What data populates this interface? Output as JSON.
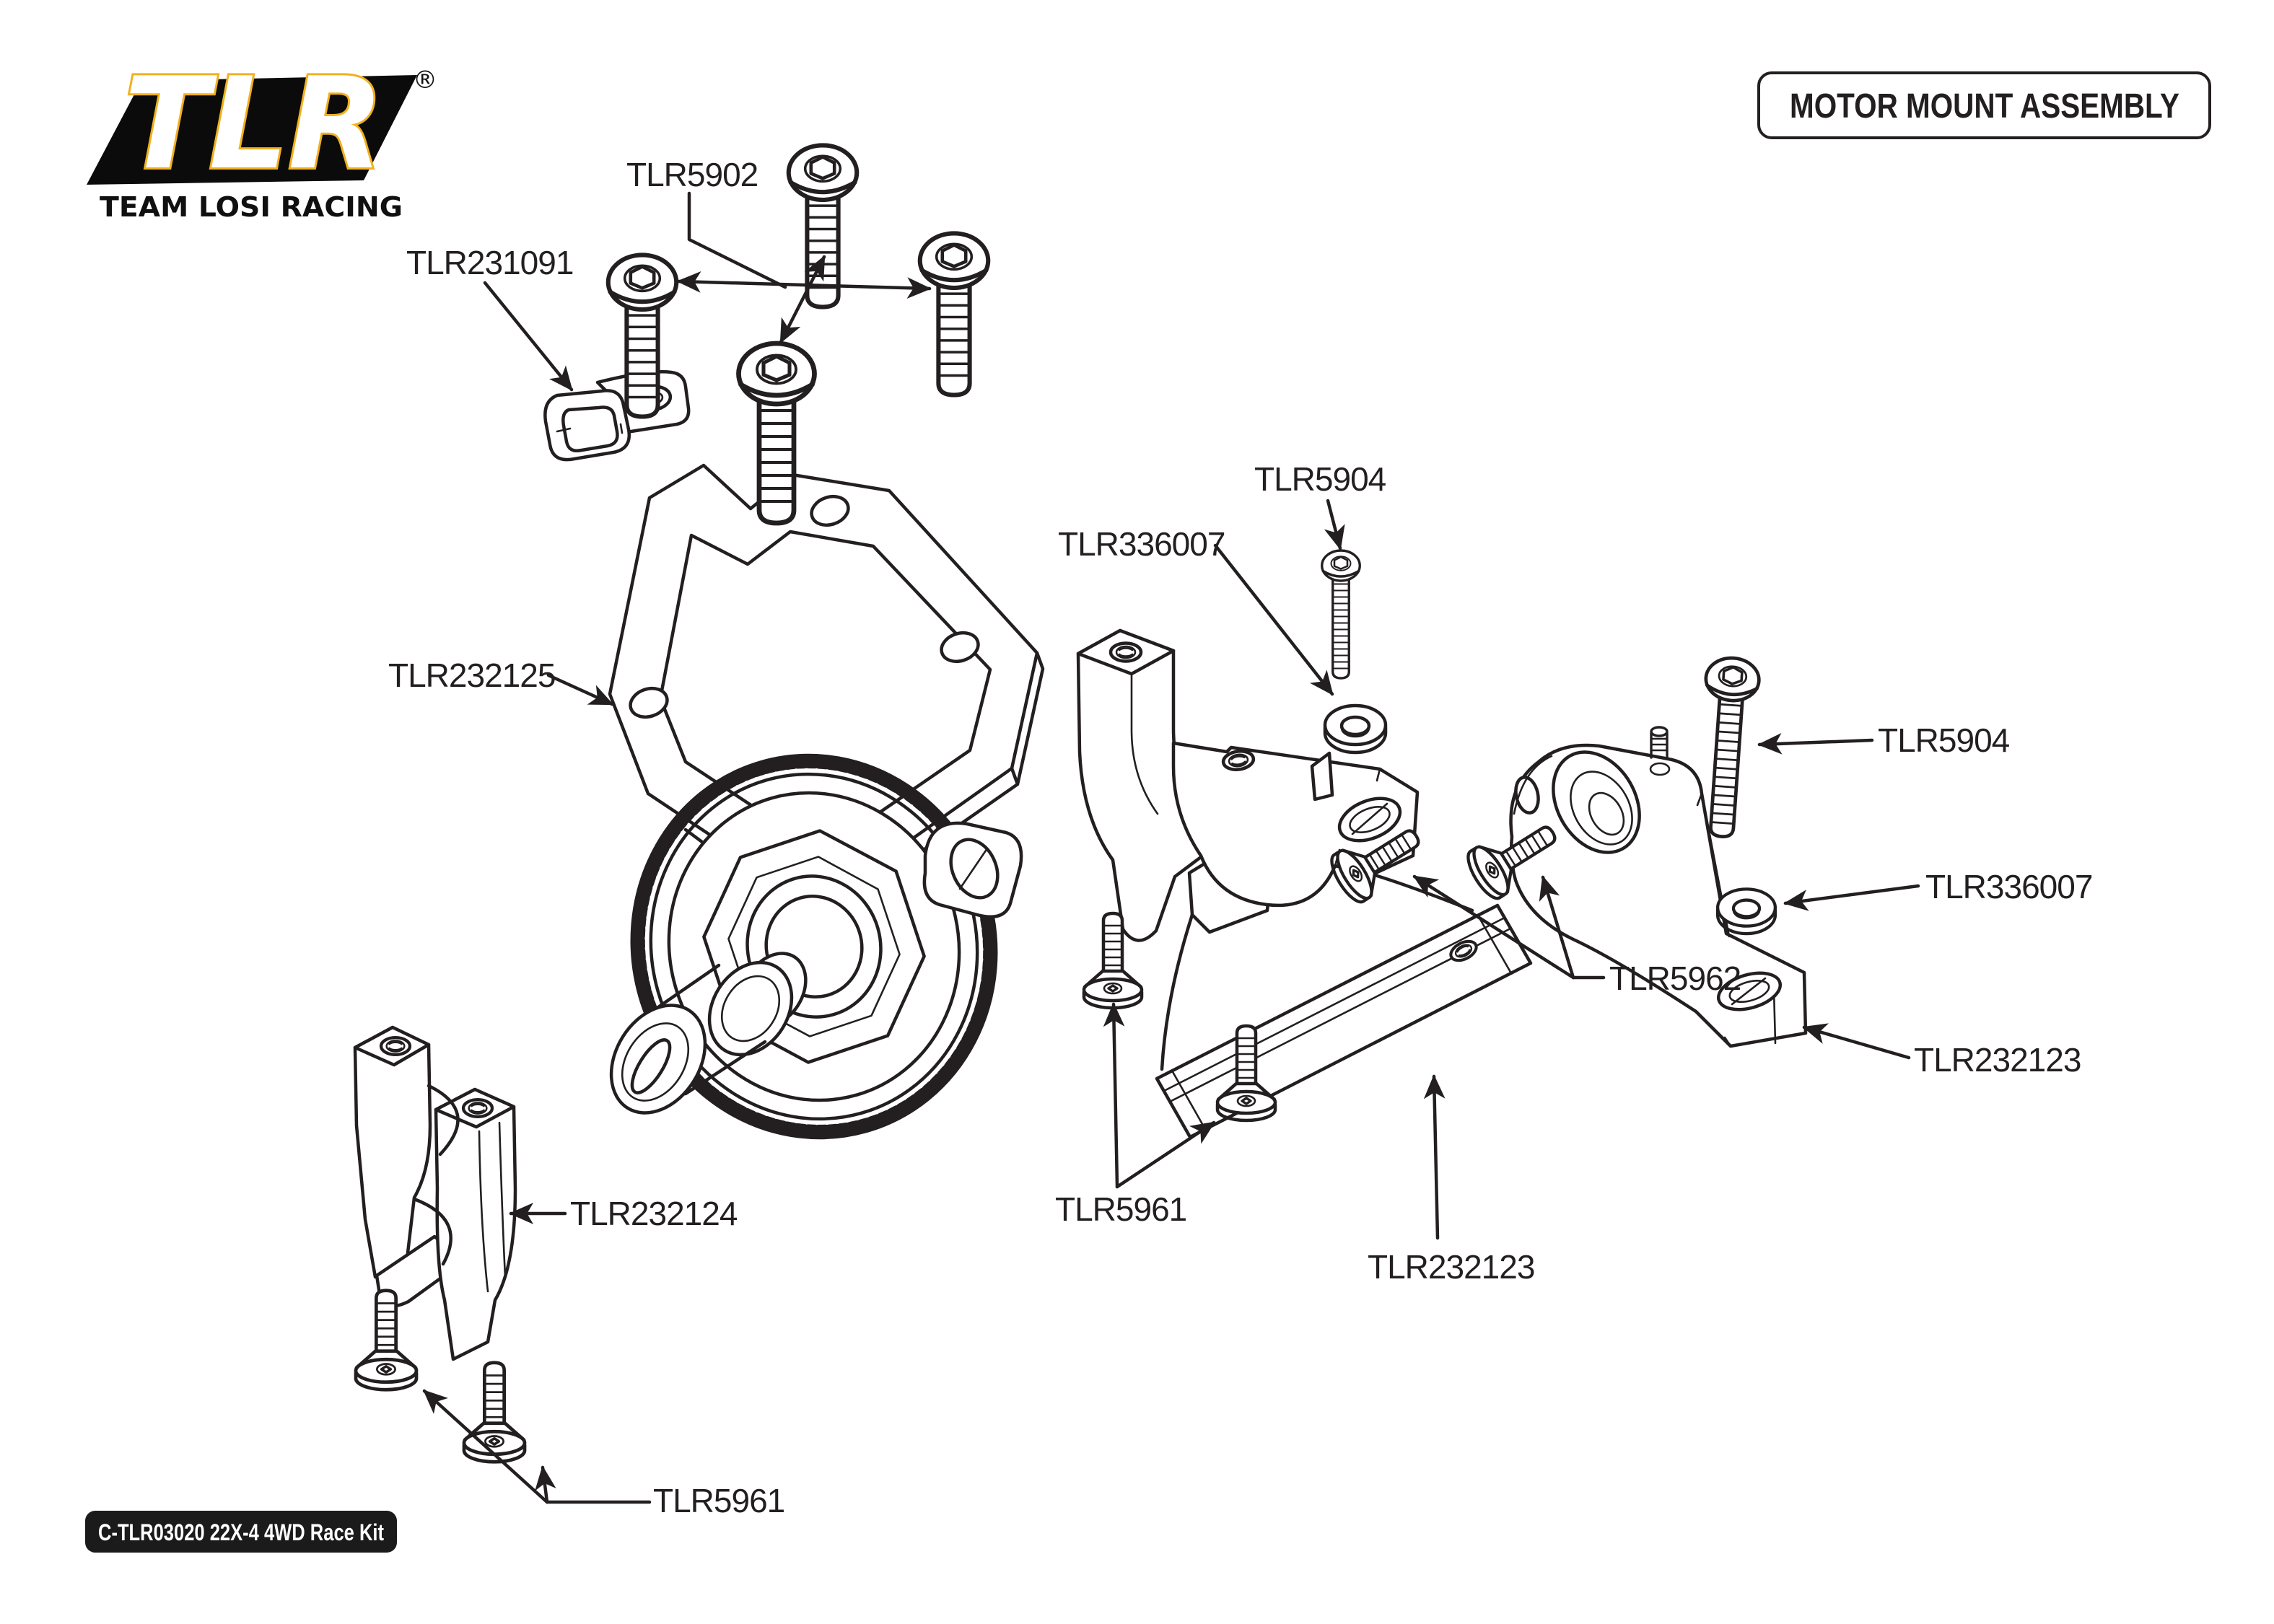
{
  "page": {
    "background": "#ffffff",
    "line_color": "#231f20"
  },
  "logo": {
    "brand": "TLR",
    "registered": "®",
    "subtitle": "TEAM LOSI RACING",
    "accent_color": "#f2b01d"
  },
  "title_box": {
    "text": "MOTOR MOUNT ASSEMBLY"
  },
  "kit_badge": {
    "text": "C-TLR03020 22X-4 4WD Race Kit",
    "bg": "#1b1b1b",
    "fg": "#ffffff"
  },
  "part_labels": {
    "screws_5902": "TLR5902",
    "clamp_231091": "TLR231091",
    "plate_232125": "TLR232125",
    "screw_5904_center": "TLR5904",
    "washer_336007_center": "TLR336007",
    "screw_5904_right": "TLR5904",
    "washer_336007_right": "TLR336007",
    "mount_232123_right": "TLR232123",
    "screws_5962": "TLR5962",
    "screws_5961_mid": "TLR5961",
    "mount_232123_mid": "TLR232123",
    "brace_232124": "TLR232124",
    "screws_5961_bottom": "TLR5961"
  }
}
